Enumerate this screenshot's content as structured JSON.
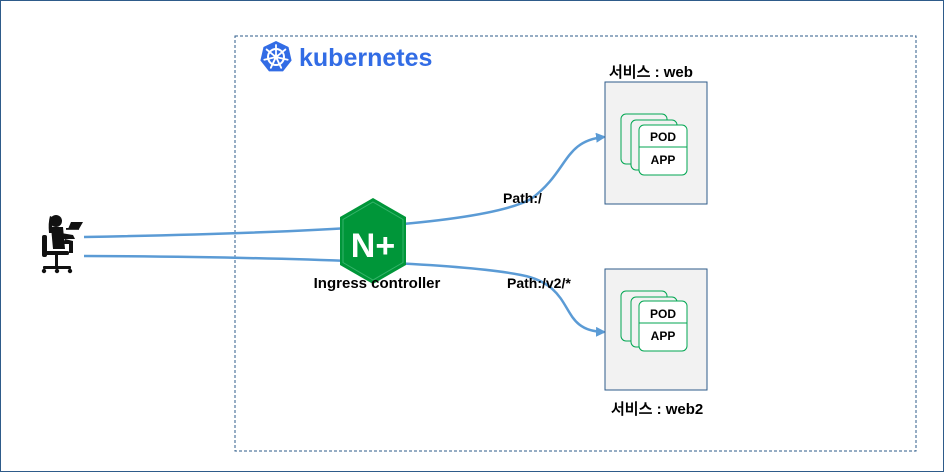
{
  "cluster": {
    "brand_label": "kubernetes",
    "logo_icon": "kubernetes-helm-icon",
    "brand_color": "#326ce5"
  },
  "ingress": {
    "logo_text": "N+",
    "logo_icon": "nginx-plus-icon",
    "logo_color": "#009639",
    "label": "Ingress controller"
  },
  "client": {
    "icon": "person-at-laptop-icon"
  },
  "routes": [
    {
      "path_label": "Path:/"
    },
    {
      "path_label": "Path:/v2/*"
    }
  ],
  "services": [
    {
      "title": "서비스 : web",
      "pod_label": "POD",
      "app_label": "APP"
    },
    {
      "title": "서비스 : web2",
      "pod_label": "POD",
      "app_label": "APP"
    }
  ],
  "colors": {
    "arrow": "#5b9bd5",
    "pod_border": "#00a651",
    "service_fill": "#f2f2f2",
    "cluster_border": "#2e5b8a"
  }
}
